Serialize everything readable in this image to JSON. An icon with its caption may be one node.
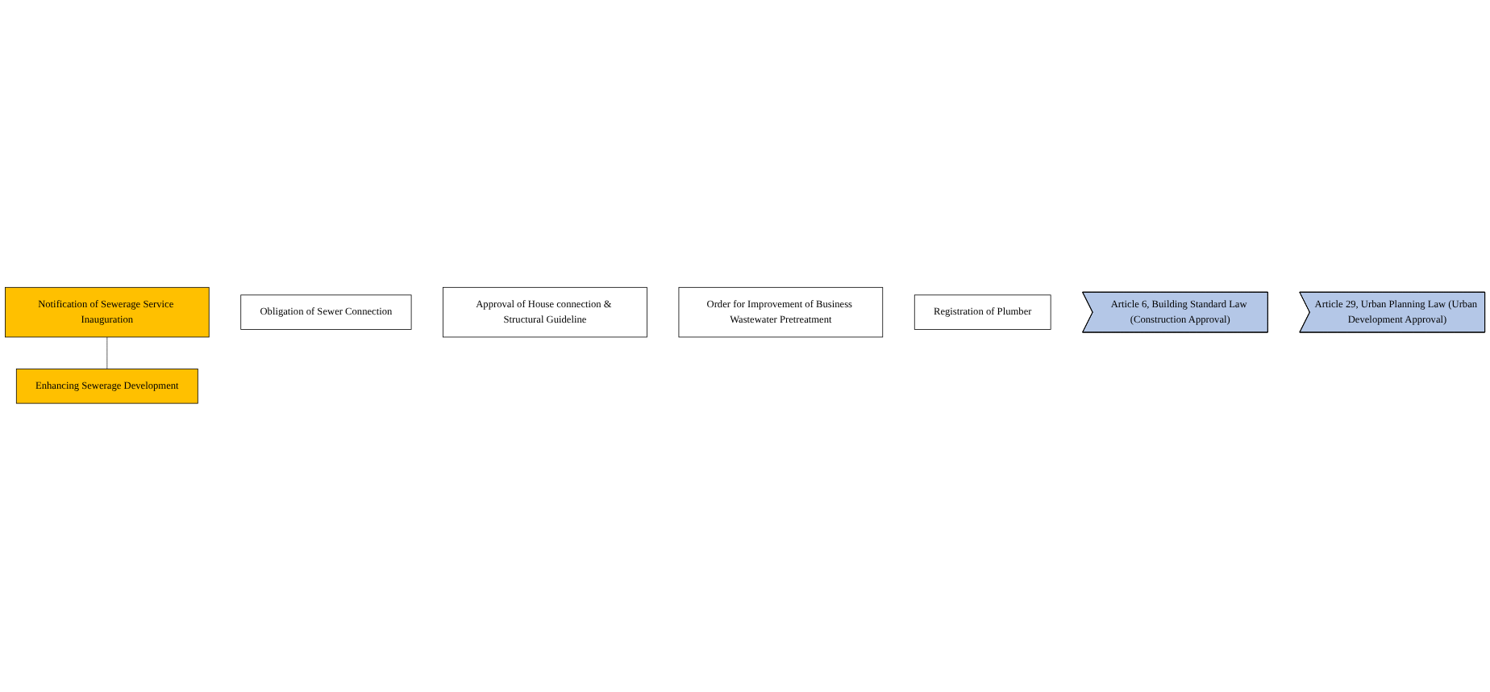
{
  "diagram": {
    "nodes": [
      {
        "text": [
          "Notification of Sewerage Service Inauguration"
        ]
      },
      {
        "text": [
          "Obligation of Sewer Connection"
        ]
      },
      {
        "text": [
          "Approval of House connection & Structural Guideline"
        ]
      },
      {
        "text": [
          "Order for Improvement of Business Wastewater Pretreatment"
        ]
      },
      {
        "text": [
          "Registration of Plumber"
        ]
      },
      {
        "text": [
          "Article 6, Building Standard Law (Construction Approval)"
        ]
      },
      {
        "text": [
          "Article 29, Urban Planning Law (Urban Development Approval)"
        ]
      },
      {
        "text": [
          "Enhancing Sewerage Development"
        ]
      }
    ],
    "edges": [
      {
        "from": 0,
        "to": 7,
        "arrow": "none"
      }
    ]
  }
}
